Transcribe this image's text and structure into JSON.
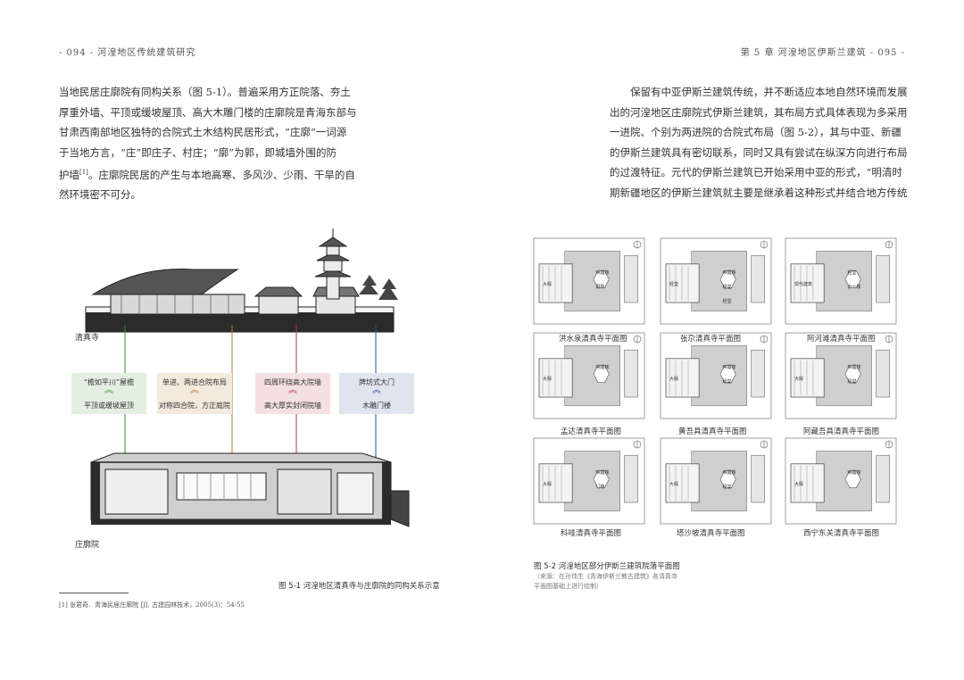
{
  "header": {
    "left": "- 094 -   河湟地区传统建筑研究",
    "right": "第 5 章   河湟地区伊斯兰建筑   - 095 -"
  },
  "left_text": [
    "当地民居庄廓院有同构关系（图 5-1）。普遍采用方正院落、夯土",
    "厚重外墙、平顶或缓坡屋顶、高大木雕门楼的庄廓院是青海东部与",
    "甘肃西南部地区独特的合院式土木结构民居形式，“庄廓”一词源",
    "于当地方言，“庄”即庄子、村庄；“廓”为郭，即城墙外围的防",
    "护墙",
    "。庄廓院民居的产生与本地高寒、多风沙、少雨、干旱的自",
    "然环境密不可分。"
  ],
  "left_sup": "[1]",
  "right_text": [
    "保留有中亚伊斯兰建筑传统，并不断适应本地自然环境而发展",
    "出的河湟地区庄廓院式伊斯兰建筑，其布局方式具体表现为多采用",
    "一进院、个别为两进院的合院式布局（图 5-2），其与中亚、新疆",
    "的伊斯兰建筑具有密切联系，同时又具有尝试在纵深方向进行布局",
    "的过渡特征。元代的伊斯兰建筑已开始采用中亚的形式，“明清时",
    "期新疆地区的伊斯兰建筑就主要是继承着这种形式并结合地方传统"
  ],
  "figure1": {
    "label_top": "清真寺",
    "label_bottom": "庄廓院",
    "boxes": [
      {
        "top": "“檐如平川”屋檐",
        "bottom": "平顶或缓坡屋顶",
        "color": "#3b8a3e",
        "bg": "#e3efe1"
      },
      {
        "top": "单进、两进合院布局",
        "bottom": "对称四合院，方正庭院",
        "color": "#b07a3c",
        "bg": "#f3e9dc"
      },
      {
        "top": "四周环绕高大院墙",
        "bottom": "高大厚实封闭院墙",
        "color": "#b3364a",
        "bg": "#f4e0e3"
      },
      {
        "top": "牌坊式大门",
        "bottom": "木雕门楼",
        "color": "#2f4f8f",
        "bg": "#dfe4ef"
      }
    ],
    "caption": "图 5-1   河湟地区清真寺与庄廓院的同构关系示意"
  },
  "footnote": "[1] 张君奇．青海民居庄廓院 [J]. 古建园林技术，2005(3)：54-55",
  "figure2": {
    "plans": [
      {
        "label": "洪水泉清真寺平面图",
        "rooms": [
          "大殿",
          "唤醒楼",
          "厕所"
        ]
      },
      {
        "label": "张尕清真寺平面图",
        "rooms": [
          "经堂",
          "唤醒楼",
          "经堂",
          "经堂"
        ]
      },
      {
        "label": "阿河滩清真寺平面图",
        "rooms": [
          "现代建筑",
          "经堂",
          "办公楼"
        ]
      },
      {
        "label": "孟达清真寺平面图",
        "rooms": [
          "大殿",
          "唤醒楼"
        ]
      },
      {
        "label": "黄吾具清真寺平面图",
        "rooms": [
          "大殿",
          "唤醒楼",
          "经堂"
        ]
      },
      {
        "label": "阿藏吾具清真寺平面图",
        "rooms": [
          "大殿",
          "唤醒楼",
          "经堂"
        ]
      },
      {
        "label": "科哇清真寺平面图",
        "rooms": [
          "大殿",
          "唤醒楼",
          "门楼"
        ]
      },
      {
        "label": "塔沙坡清真寺平面图",
        "rooms": [
          "大殿",
          "唤醒楼",
          "经堂"
        ]
      },
      {
        "label": "西宁东关清真寺平面图",
        "rooms": [
          "大殿",
          "唤醒楼"
        ]
      }
    ],
    "caption": "图 5-2   河湟地区部分伊斯兰建筑院落平面图",
    "source_lines": [
      "（来源：在孙玮生《青海伊斯兰教古建筑》各清真寺",
      "平面图基础上进行绘制）"
    ]
  }
}
